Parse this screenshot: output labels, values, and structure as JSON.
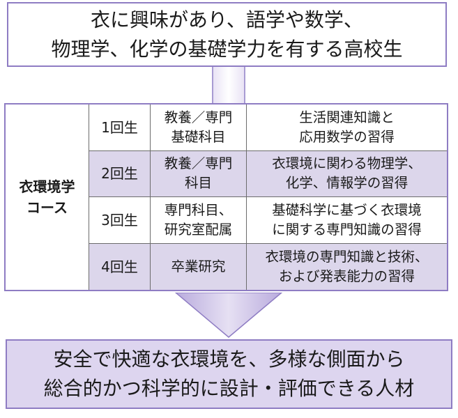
{
  "top_box": {
    "line1": "衣に興味があり、語学や数学、",
    "line2": "物理学、化学の基礎学力を有する高校生"
  },
  "table": {
    "course_label_line1": "衣環境学",
    "course_label_line2": "コース",
    "rows": [
      {
        "year": "1回生",
        "subject_line1": "教養／専門",
        "subject_line2": "基礎科目",
        "goal_line1": "生活関連知識と",
        "goal_line2": "応用数学の習得"
      },
      {
        "year": "2回生",
        "subject_line1": "教養／専門",
        "subject_line2": "科目",
        "goal_line1": "衣環境に関わる物理学、",
        "goal_line2": "化学、情報学の習得"
      },
      {
        "year": "3回生",
        "subject_line1": "専門科目、",
        "subject_line2": "研究室配属",
        "goal_line1": "基礎科学に基づく衣環境",
        "goal_line2": "に関する専門知識の習得"
      },
      {
        "year": "4回生",
        "subject_line1": "卒業研究",
        "subject_line2": "",
        "goal_line1": "衣環境の専門知識と技術、",
        "goal_line2": "および発表能力の習得"
      }
    ]
  },
  "bottom_box": {
    "line1": "安全で快適な衣環境を、多様な側面から",
    "line2": "総合的かつ科学的に設計・評価できる人材"
  },
  "colors": {
    "border": "#8e7cc3",
    "row_alt": "#dcd6eb",
    "arrow_fill": "#c9bde6",
    "bottom_fill": "#ddd5ef"
  }
}
